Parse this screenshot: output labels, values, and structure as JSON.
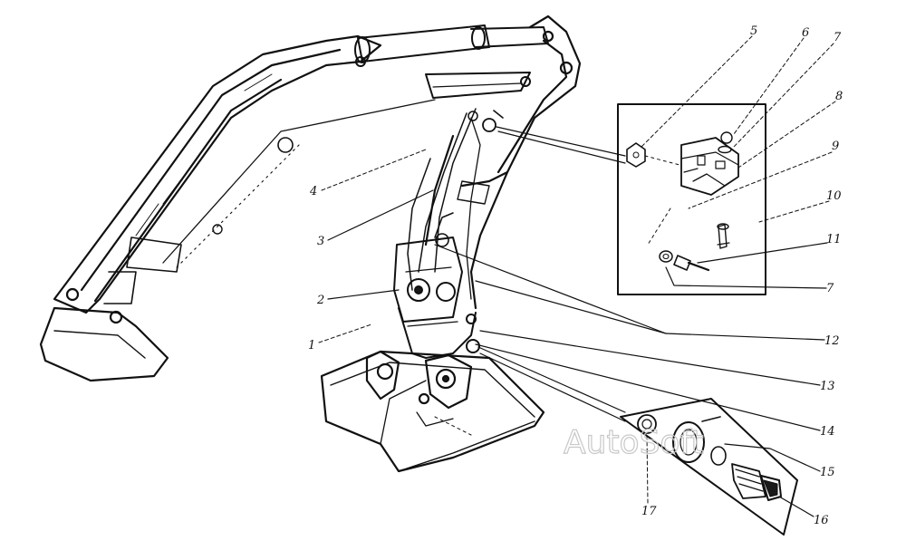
{
  "labels": [
    {
      "id": "5",
      "text": "5"
    },
    {
      "id": "6",
      "text": "6"
    },
    {
      "id": "7a",
      "text": "7"
    },
    {
      "id": "8",
      "text": "8"
    },
    {
      "id": "9",
      "text": "9"
    },
    {
      "id": "10",
      "text": "10"
    },
    {
      "id": "11",
      "text": "11"
    },
    {
      "id": "7b",
      "text": "7"
    },
    {
      "id": "12",
      "text": "12"
    },
    {
      "id": "13",
      "text": "13"
    },
    {
      "id": "14",
      "text": "14"
    },
    {
      "id": "15",
      "text": "15"
    },
    {
      "id": "16",
      "text": "16"
    },
    {
      "id": "17",
      "text": "17"
    },
    {
      "id": "4",
      "text": "4"
    },
    {
      "id": "3",
      "text": "3"
    },
    {
      "id": "2",
      "text": "2"
    },
    {
      "id": "1",
      "text": "1"
    }
  ],
  "watermark": "AutoSoft",
  "colors": {
    "ink": "#111111",
    "watermark": "#c8c8c8",
    "background": "#ffffff"
  }
}
